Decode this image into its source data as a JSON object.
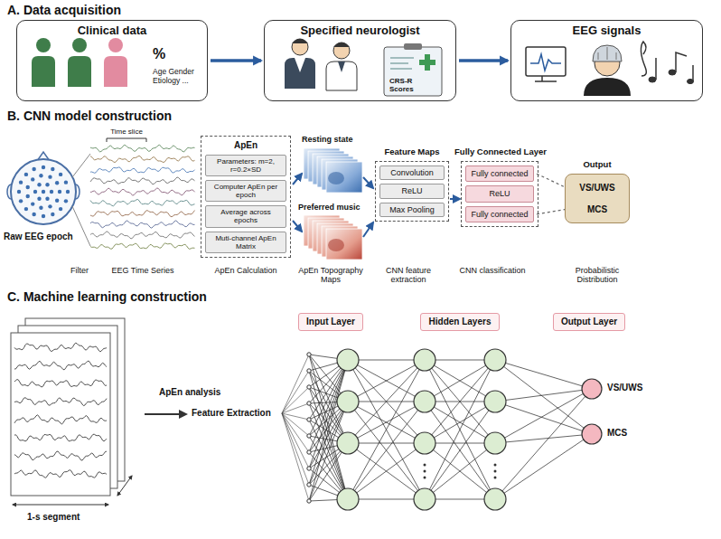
{
  "diagram": {
    "nodes": [
      {
        "text": [
          "Clinical data",
          "%",
          "Age Gender Etiology ..."
        ]
      },
      {
        "text": [
          "Specified neurologist",
          "CRS-R Scores"
        ]
      },
      {
        "text": [
          "EEG signals"
        ]
      },
      {
        "text": [
          "ApEn"
        ]
      },
      {
        "text": [
          "Parameters: m=2, r=0.2×SD"
        ],
        "in": 3
      },
      {
        "text": [
          "Computer ApEn per epoch"
        ],
        "in": 3
      },
      {
        "text": [
          "Average across epochs"
        ],
        "in": 3
      },
      {
        "text": [
          "Muti-channel ApEn Matrix"
        ],
        "in": 3
      },
      {
        "text": [
          "Feature Maps"
        ]
      },
      {
        "text": [
          "Convolution"
        ],
        "in": 8
      },
      {
        "text": [
          "ReLU"
        ],
        "in": 8
      },
      {
        "text": [
          "Max Pooling"
        ],
        "in": 8
      },
      {
        "text": [
          "Fully Connected Layer"
        ]
      },
      {
        "text": [
          "Fully connected"
        ],
        "in": 12
      },
      {
        "text": [
          "ReLU"
        ],
        "in": 12
      },
      {
        "text": [
          "Fully connected"
        ],
        "in": 12
      },
      {
        "text": [
          "Output"
        ]
      },
      {
        "text": [
          "VS/UWS"
        ],
        "in": 16
      },
      {
        "text": [
          "MCS"
        ],
        "in": 16
      },
      {
        "text": [
          "Input Layer"
        ]
      },
      {
        "text": [
          "Hidden Layers"
        ]
      },
      {
        "text": [
          "Output Layer"
        ]
      }
    ],
    "edges": [
      {
        "from": 0,
        "to": 1,
        "arrow": "to"
      },
      {
        "from": 1,
        "to": 2,
        "arrow": "to"
      },
      {
        "from": 13,
        "to": 17,
        "arrow": "none"
      },
      {
        "from": 15,
        "to": 18,
        "arrow": "none"
      }
    ],
    "labels": [
      "A. Data acquisition",
      "B. CNN model construction",
      "Time slice",
      "Raw EEG epoch",
      "Resting state",
      "Preferred music",
      "Filter",
      "EEG Time Series",
      "ApEn Calculation",
      "ApEn Topography Maps",
      "CNN feature extraction",
      "CNN classification",
      "Probabilistic Distribution",
      "C. Machine learning construction",
      "1-s segment",
      "ApEn analysis",
      "Feature Extraction",
      "VS/UWS",
      "MCS"
    ]
  }
}
